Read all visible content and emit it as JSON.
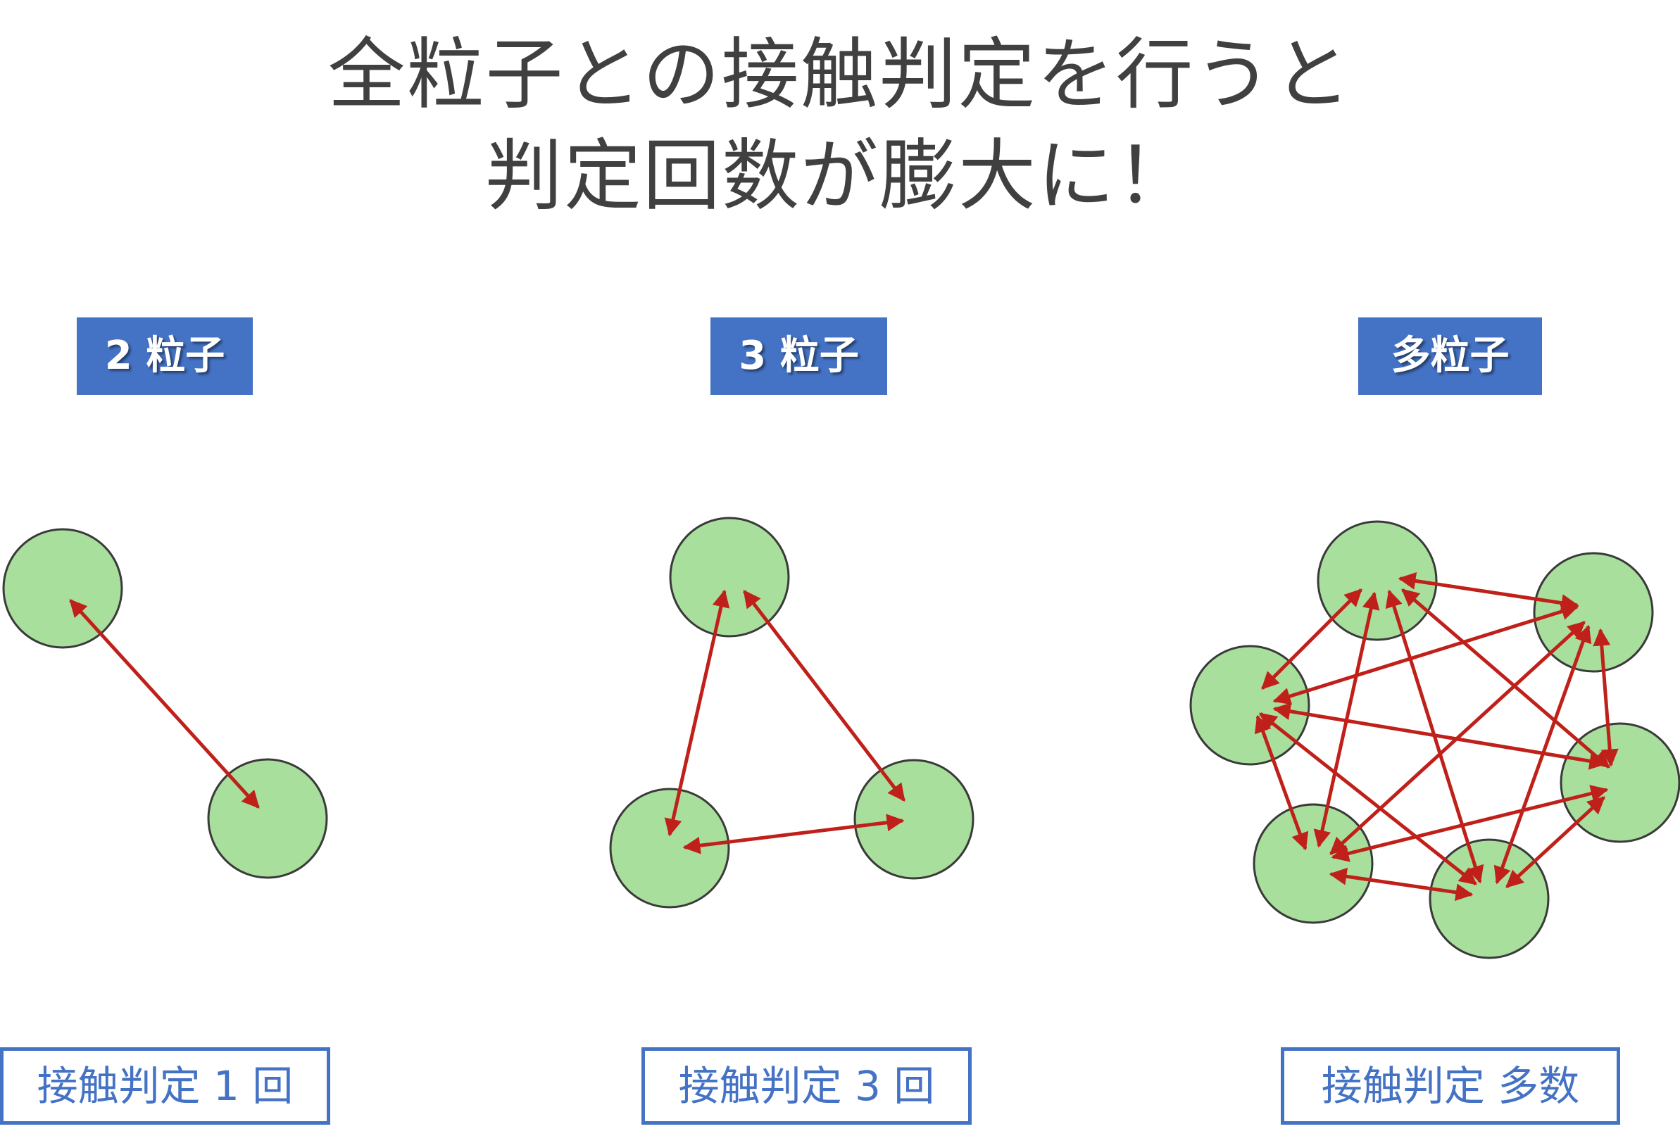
{
  "title": {
    "line1": "全粒子との接触判定を行うと",
    "line2": "判定回数が膨大に！"
  },
  "panels": [
    {
      "header": "2 粒子",
      "result": "接触判定 1 回"
    },
    {
      "header": "3 粒子",
      "result": "接触判定 3 回"
    },
    {
      "header": "多粒子",
      "result": "接触判定 多数"
    }
  ],
  "colors": {
    "header_bg": "#4472c4",
    "particle_fill": "#a9df9c",
    "particle_stroke": "#3a3a3a",
    "arrow": "#c0201a"
  }
}
